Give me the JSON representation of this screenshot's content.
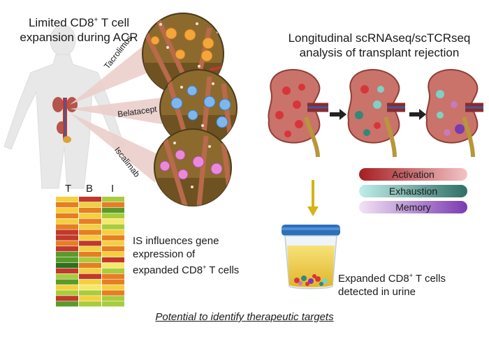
{
  "title_left_line1": "Limited CD8",
  "title_left_sup": "+",
  "title_left_line1_rest": " T cell",
  "title_left_line2": "expansion during ACR",
  "title_right_line1": "Longitudinal scRNAseq/scTCRseq",
  "title_right_line2": "analysis of transplant rejection",
  "drug_labels": [
    "Tacrolimus",
    "Belatacept",
    "Iscalimab"
  ],
  "heatmap": {
    "columns": [
      "T",
      "B",
      "I"
    ],
    "colors": {
      "red": "#c0392b",
      "orange": "#e67e22",
      "yellow": "#f4d03f",
      "lightyellow": "#f7e76a",
      "lightgreen": "#a9cc3d",
      "green": "#5a9a2a",
      "darkgreen": "#2f6f1f"
    },
    "rows": [
      [
        "yellow",
        "red",
        "lightgreen"
      ],
      [
        "orange",
        "yellow",
        "orange"
      ],
      [
        "yellow",
        "orange",
        "green"
      ],
      [
        "orange",
        "yellow",
        "lightgreen"
      ],
      [
        "yellow",
        "orange",
        "lightyellow"
      ],
      [
        "orange",
        "yellow",
        "lightgreen"
      ],
      [
        "red",
        "orange",
        "yellow"
      ],
      [
        "red",
        "yellow",
        "orange"
      ],
      [
        "orange",
        "red",
        "yellow"
      ],
      [
        "red",
        "yellow",
        "orange"
      ],
      [
        "green",
        "orange",
        "yellow"
      ],
      [
        "green",
        "lightgreen",
        "red"
      ],
      [
        "darkgreen",
        "orange",
        "lightyellow"
      ],
      [
        "red",
        "yellow",
        "lightgreen"
      ],
      [
        "lightgreen",
        "red",
        "orange"
      ],
      [
        "green",
        "yellow",
        "orange"
      ],
      [
        "yellow",
        "lightyellow",
        "yellow"
      ],
      [
        "lightgreen",
        "lightgreen",
        "orange"
      ],
      [
        "red",
        "yellow",
        "lightgreen"
      ],
      [
        "green",
        "lightgreen",
        "lightgreen"
      ]
    ]
  },
  "is_text_line1": "IS influences gene",
  "is_text_line2": "expression of",
  "is_text_line3_pre": "expanded CD8",
  "is_text_line3_sup": "+",
  "is_text_line3_post": " T cells",
  "legend": {
    "activation": "Activation",
    "exhaustion": "Exhaustion",
    "memory": "Memory",
    "activation_colors": [
      "#a51e22",
      "#f2c4c7"
    ],
    "exhaustion_colors": [
      "#bfeee8",
      "#2f6f66"
    ],
    "memory_colors": [
      "#f2e3f5",
      "#7a3bb0"
    ]
  },
  "urine_text_line1_pre": "Expanded CD8",
  "urine_text_line1_sup": "+",
  "urine_text_line1_post": " T cells",
  "urine_text_line2": "detected in urine",
  "footer": "Potential to identify therapeutic targets",
  "colors": {
    "kidney": "#c9736b",
    "kidney_edge": "#a44f46",
    "circle_bg": "#8a6b2a",
    "ribbon": "#e8c9c5",
    "arrow_gold": "#d4b416",
    "body": "#e6e6e6"
  }
}
